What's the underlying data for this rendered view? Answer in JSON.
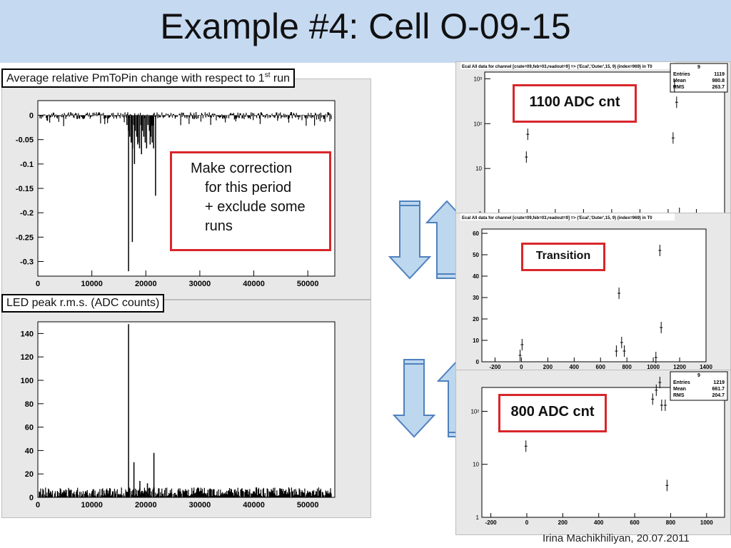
{
  "slide": {
    "title": "Example #4: Cell O-09-15",
    "footer": "Irina Machikhiliyan, 20.07.2011"
  },
  "labels": {
    "pmtopin_label_text": "Average relative PmToPin change with respect to 1",
    "pmtopin_label_sup": "st",
    "pmtopin_label_tail": " run",
    "led_label": "LED peak r.m.s. (ADC counts)"
  },
  "annotations": {
    "correction_line1": "Make correction",
    "correction_line2": "for this period",
    "correction_line3": "+ exclude some",
    "correction_line4": "runs",
    "adc_1100": "1100 ADC cnt",
    "transition": "Transition",
    "adc_800": "800 ADC cnt"
  },
  "colors": {
    "title_band": "#c5d9f1",
    "highlight_border": "#d9262b",
    "arrow_fill": "#bdd7ee",
    "arrow_stroke": "#4f81bd"
  },
  "chart_data": [
    {
      "type": "bar",
      "xlim": [
        0,
        55000
      ],
      "ylim": [
        -0.33,
        0.03
      ],
      "xticks": [
        "0",
        "10000",
        "20000",
        "30000",
        "40000",
        "50000"
      ],
      "yticks": [
        "0",
        "-0.05",
        "-0.1",
        "-0.15",
        "-0.2",
        "-0.25",
        "-0.3"
      ],
      "spikes": [
        {
          "x": 16800,
          "y": -0.32
        },
        {
          "x": 17500,
          "y": -0.26
        },
        {
          "x": 19200,
          "y": -0.08
        },
        {
          "x": 20800,
          "y": -0.06
        },
        {
          "x": 21800,
          "y": -0.165
        },
        {
          "x": 18500,
          "y": -0.06
        },
        {
          "x": 17900,
          "y": -0.1
        }
      ]
    },
    {
      "type": "bar",
      "xlim": [
        0,
        55000
      ],
      "ylim": [
        0,
        150
      ],
      "xticks": [
        "0",
        "10000",
        "20000",
        "30000",
        "40000",
        "50000"
      ],
      "yticks": [
        "0",
        "20",
        "40",
        "60",
        "80",
        "100",
        "120",
        "140"
      ],
      "spikes": [
        {
          "x": 16800,
          "y": 148
        },
        {
          "x": 17800,
          "y": 30
        },
        {
          "x": 18900,
          "y": 14
        },
        {
          "x": 21500,
          "y": 38
        },
        {
          "x": 20300,
          "y": 12
        }
      ]
    },
    {
      "type": "scatter",
      "title": "Ecal All data  for channel  [crate=09,feb=03,readout=9] => ('Ecal','Outer',15, 9) (index=969) in T0",
      "stats_header": "9",
      "stats": [
        [
          "Entries",
          "1119"
        ],
        [
          "Mean",
          "980.8"
        ],
        [
          "RMS",
          "263.7"
        ]
      ],
      "log_y": true,
      "yticks": [
        "10³",
        "10²",
        "10",
        "1"
      ],
      "xticks": [
        "-200",
        "0",
        "200",
        "400",
        "600",
        "800",
        "1000",
        "1200"
      ],
      "points": [
        {
          "x": -5,
          "y": 18
        },
        {
          "x": 5,
          "y": 58
        },
        {
          "x": 1045,
          "y": 680
        },
        {
          "x": 1060,
          "y": 300
        },
        {
          "x": 1035,
          "y": 48
        },
        {
          "x": 1080,
          "y": 1
        }
      ]
    },
    {
      "type": "scatter",
      "title": "Ecal All data  for channel  [crate=09,feb=03,readout=9] => ('Ecal','Outer',15, 9) (index=969) in T0",
      "log_y": false,
      "ylim": [
        0,
        62
      ],
      "xlim": [
        -300,
        1400
      ],
      "yticks": [
        "0",
        "10",
        "20",
        "30",
        "40",
        "50",
        "60"
      ],
      "xticks": [
        "-200",
        "0",
        "200",
        "400",
        "600",
        "800",
        "1000",
        "1200",
        "1400"
      ],
      "points": [
        {
          "x": -10,
          "y": 3
        },
        {
          "x": 5,
          "y": 8
        },
        {
          "x": 740,
          "y": 32
        },
        {
          "x": 720,
          "y": 5
        },
        {
          "x": 760,
          "y": 9
        },
        {
          "x": 780,
          "y": 5
        },
        {
          "x": 1020,
          "y": 2
        },
        {
          "x": 1050,
          "y": 52
        },
        {
          "x": 1060,
          "y": 16
        }
      ]
    },
    {
      "type": "scatter",
      "stats_header": "9",
      "stats": [
        [
          "Entries",
          "1219"
        ],
        [
          "Mean",
          "661.7"
        ],
        [
          "RMS",
          "204.7"
        ]
      ],
      "log_y": true,
      "yticks": [
        "10²",
        "10",
        "1"
      ],
      "xticks": [
        "-200",
        "0",
        "200",
        "400",
        "600",
        "800",
        "1000"
      ],
      "points": [
        {
          "x": -5,
          "y": 22
        },
        {
          "x": 5,
          "y": 85
        },
        {
          "x": 700,
          "y": 170
        },
        {
          "x": 720,
          "y": 250
        },
        {
          "x": 740,
          "y": 350
        },
        {
          "x": 750,
          "y": 130
        },
        {
          "x": 770,
          "y": 130
        },
        {
          "x": 780,
          "y": 4
        }
      ]
    }
  ]
}
